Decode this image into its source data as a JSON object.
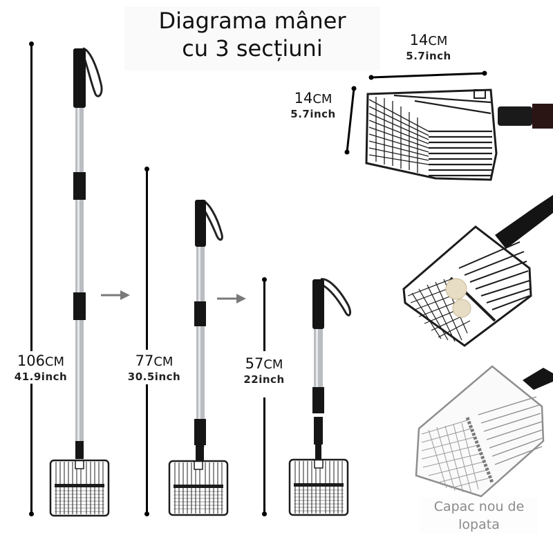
{
  "title": {
    "line1": "Diagrama mâner",
    "line2": "cu 3 secțiuni"
  },
  "dimensions": {
    "extended": {
      "cm_value": "106",
      "cm_unit": "CM",
      "inch": "41.9inch"
    },
    "medium": {
      "cm_value": "77",
      "cm_unit": "CM",
      "inch": "30.5inch"
    },
    "short": {
      "cm_value": "57",
      "cm_unit": "CM",
      "inch": "22inch"
    },
    "scoop_width": {
      "cm_value": "14",
      "cm_unit": "CM",
      "inch": "5.7inch"
    },
    "scoop_height": {
      "cm_value": "14",
      "cm_unit": "CM",
      "inch": "5.7inch"
    }
  },
  "caption": {
    "line1": "Capac nou de",
    "line2": "lopata"
  },
  "arrows": [
    "arrow-right",
    "arrow-right"
  ],
  "colors": {
    "handle_grip": "#141414",
    "pole_silver": "#b9bcc0",
    "scoop_wire": "#1c1c1c",
    "arrow_gray": "#7a7a7a",
    "caption_gray": "#8a8a8a"
  }
}
